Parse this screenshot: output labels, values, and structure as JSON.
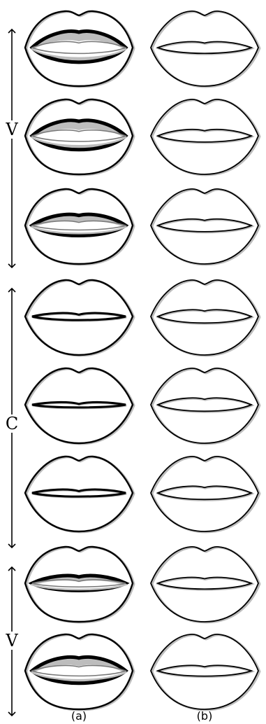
{
  "figure": {
    "group_labels": [
      "V",
      "C",
      "V"
    ],
    "column_captions": [
      "(a)",
      "(b)"
    ],
    "columns": [
      {
        "caption": "(a)",
        "rows": [
          {
            "mouth_open": 0.85
          },
          {
            "mouth_open": 0.8
          },
          {
            "mouth_open": 0.55
          },
          {
            "mouth_open": 0.1
          },
          {
            "mouth_open": 0.04
          },
          {
            "mouth_open": 0.1
          },
          {
            "mouth_open": 0.35
          },
          {
            "mouth_open": 0.7
          }
        ]
      },
      {
        "caption": "(b)",
        "rows": [
          {
            "mouth_open": 0.25
          },
          {
            "mouth_open": 0.28
          },
          {
            "mouth_open": 0.28
          },
          {
            "mouth_open": 0.3
          },
          {
            "mouth_open": 0.3
          },
          {
            "mouth_open": 0.3
          },
          {
            "mouth_open": 0.25
          },
          {
            "mouth_open": 0.22
          }
        ]
      }
    ],
    "colors": {
      "ink": "#000000",
      "shadow": "#bdbdbd",
      "background": "#ffffff"
    }
  }
}
